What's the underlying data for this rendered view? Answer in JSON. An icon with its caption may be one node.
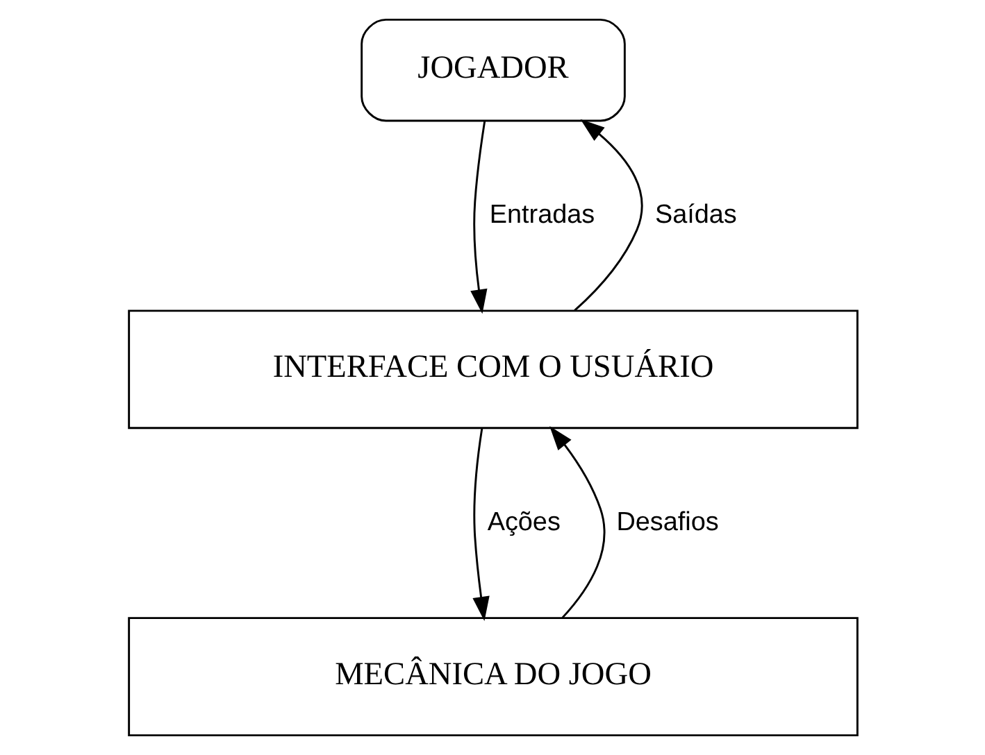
{
  "diagram": {
    "nodes": [
      {
        "text": [
          "JOGADOR"
        ]
      },
      {
        "text": [
          "INTERFACE COM O USUÁRIO"
        ]
      },
      {
        "text": [
          "MECÂNICA DO JOGO"
        ]
      }
    ],
    "edges": [
      {
        "from": 1,
        "to": 0,
        "arrow": "to",
        "label": "Saídas"
      },
      {
        "from": 0,
        "to": 1,
        "arrow": "to",
        "label": "Entradas"
      },
      {
        "from": 2,
        "to": 1,
        "arrow": "to",
        "label": "Desafios"
      },
      {
        "from": 1,
        "to": 2,
        "arrow": "to",
        "label": "Ações"
      }
    ]
  }
}
